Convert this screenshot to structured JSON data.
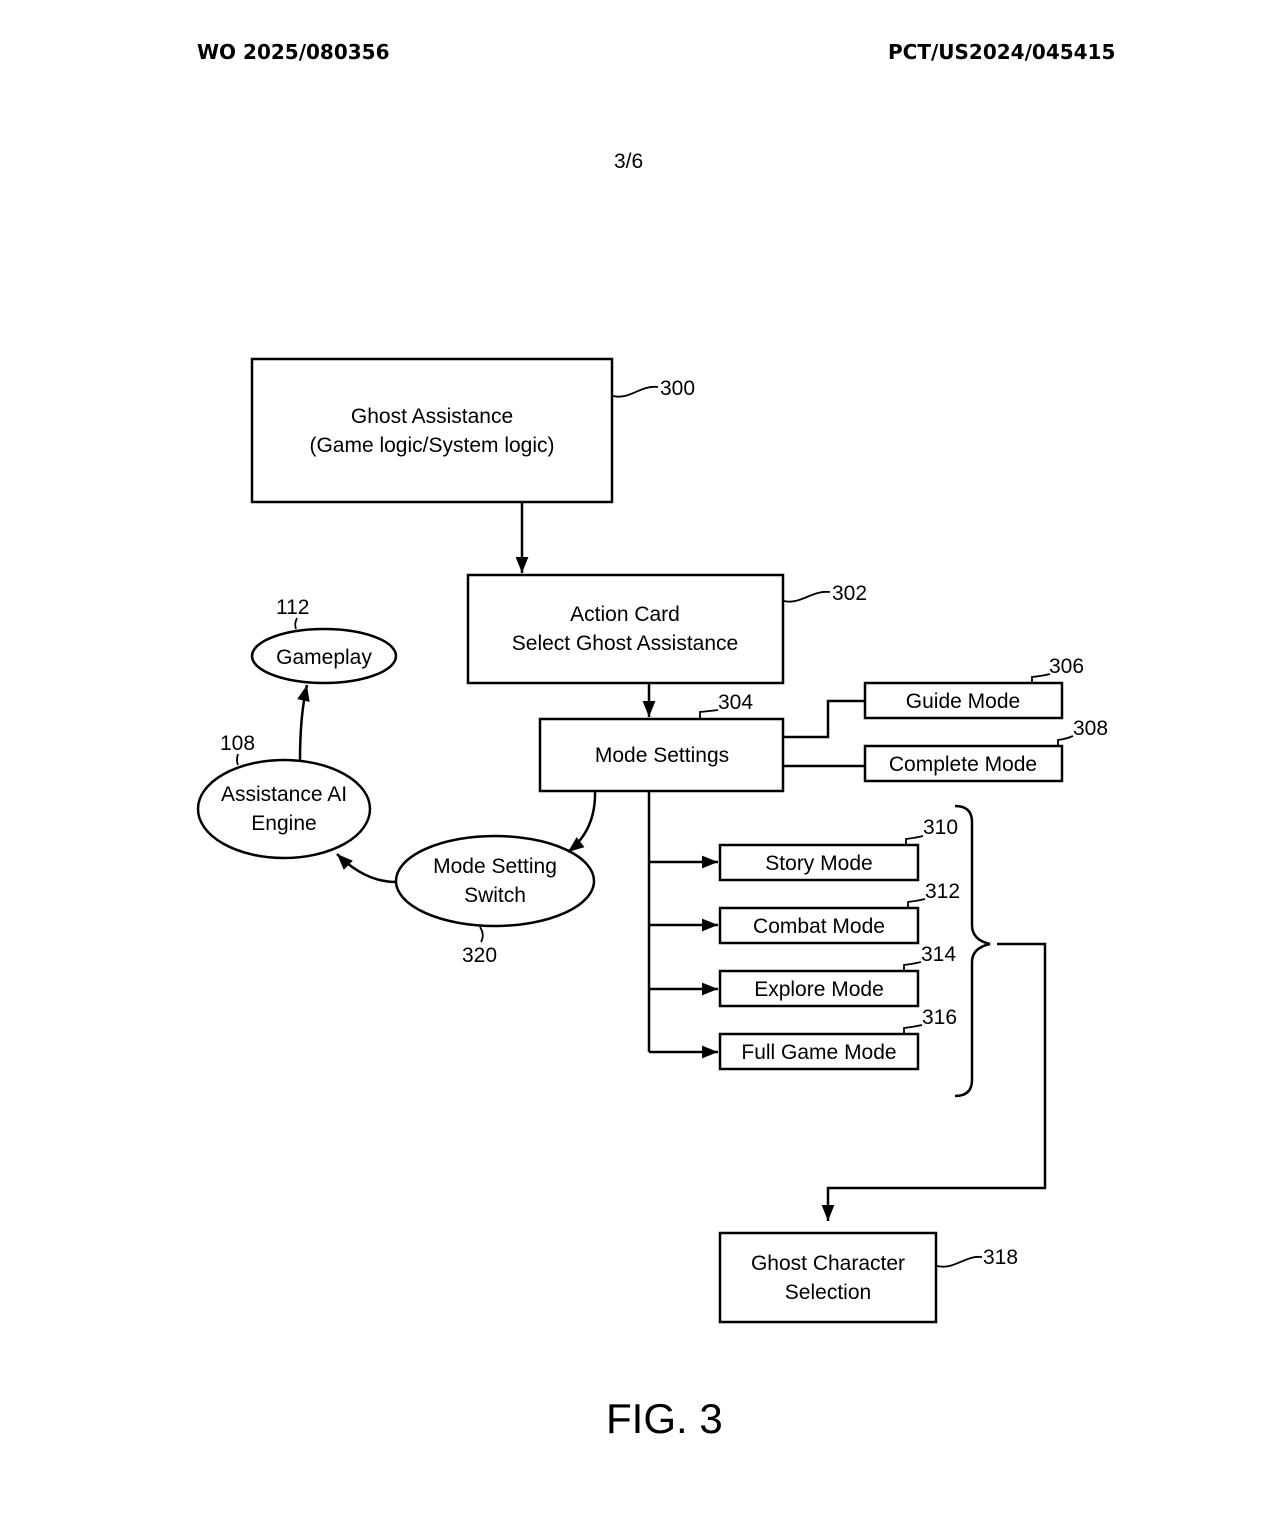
{
  "header": {
    "publication_number": "WO 2025/080356",
    "application_number": "PCT/US2024/045415",
    "sheet": "3/6"
  },
  "figure": {
    "label": "FIG. 3",
    "nodes": {
      "ghost_assistance": {
        "ref": "300",
        "line1": "Ghost Assistance",
        "line2": "(Game logic/System logic)"
      },
      "action_card": {
        "ref": "302",
        "line1": "Action Card",
        "line2": "Select Ghost Assistance"
      },
      "mode_settings": {
        "ref": "304",
        "label": "Mode Settings"
      },
      "guide_mode": {
        "ref": "306",
        "label": "Guide Mode"
      },
      "complete_mode": {
        "ref": "308",
        "label": "Complete Mode"
      },
      "story_mode": {
        "ref": "310",
        "label": "Story Mode"
      },
      "combat_mode": {
        "ref": "312",
        "label": "Combat Mode"
      },
      "explore_mode": {
        "ref": "314",
        "label": "Explore Mode"
      },
      "full_game_mode": {
        "ref": "316",
        "label": "Full Game Mode"
      },
      "ghost_character_selection": {
        "ref": "318",
        "line1": "Ghost Character",
        "line2": "Selection"
      },
      "mode_setting_switch": {
        "ref": "320",
        "line1": "Mode Setting",
        "line2": "Switch"
      },
      "assistance_ai_engine": {
        "ref": "108",
        "line1": "Assistance AI",
        "line2": "Engine"
      },
      "gameplay": {
        "ref": "112",
        "label": "Gameplay"
      }
    },
    "edges": [
      {
        "from": "ghost_assistance",
        "to": "action_card"
      },
      {
        "from": "action_card",
        "to": "mode_settings"
      },
      {
        "from": "mode_settings",
        "to": "guide_mode"
      },
      {
        "from": "mode_settings",
        "to": "complete_mode"
      },
      {
        "from": "mode_settings",
        "to": "story_mode"
      },
      {
        "from": "mode_settings",
        "to": "combat_mode"
      },
      {
        "from": "mode_settings",
        "to": "explore_mode"
      },
      {
        "from": "mode_settings",
        "to": "full_game_mode"
      },
      {
        "from": "story_mode..full_game_mode",
        "to": "ghost_character_selection"
      },
      {
        "from": "mode_settings",
        "to": "mode_setting_switch"
      },
      {
        "from": "mode_setting_switch",
        "to": "assistance_ai_engine"
      },
      {
        "from": "assistance_ai_engine",
        "to": "gameplay"
      }
    ]
  }
}
